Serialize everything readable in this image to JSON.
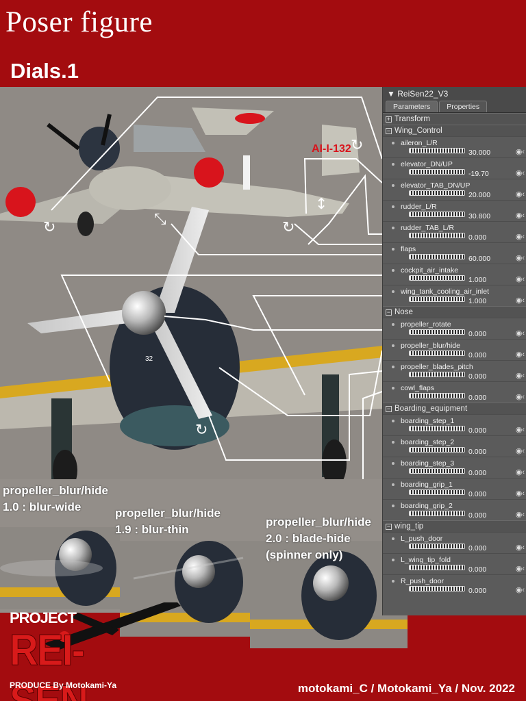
{
  "header": {
    "title": "Poser figure",
    "subtitle": "Dials.1"
  },
  "panel": {
    "title": "ReiSen22_V3",
    "tabs": [
      "Parameters",
      "Properties"
    ],
    "groups": [
      {
        "label": "Transform",
        "expanded": false,
        "params": []
      },
      {
        "label": "Wing_Control",
        "expanded": true,
        "params": [
          {
            "label": "aileron_L/R",
            "value": "30.000"
          },
          {
            "label": "elevator_DN/UP",
            "value": "-19.70"
          },
          {
            "label": "elevator_TAB_DN/UP",
            "value": "20.000"
          },
          {
            "label": "rudder_L/R",
            "value": "30.800"
          },
          {
            "label": "rudder_TAB_L/R",
            "value": "0.000"
          },
          {
            "label": "flaps",
            "value": "60.000"
          },
          {
            "label": "cockpit_air_intake",
            "value": "1.000"
          },
          {
            "label": "wing_tank_cooling_air_inlet",
            "value": "1.000"
          }
        ]
      },
      {
        "label": "Nose",
        "expanded": true,
        "params": [
          {
            "label": "propeller_rotate",
            "value": "0.000"
          },
          {
            "label": "propeller_blur/hide",
            "value": "0.000"
          },
          {
            "label": "propeller_blades_pitch",
            "value": "0.000"
          },
          {
            "label": "cowl_flaps",
            "value": "0.000"
          }
        ]
      },
      {
        "label": "Boarding_equipment",
        "expanded": true,
        "params": [
          {
            "label": "boarding_step_1",
            "value": "0.000"
          },
          {
            "label": "boarding_step_2",
            "value": "0.000"
          },
          {
            "label": "boarding_step_3",
            "value": "0.000"
          },
          {
            "label": "boarding_grip_1",
            "value": "0.000"
          },
          {
            "label": "boarding_grip_2",
            "value": "0.000"
          }
        ]
      },
      {
        "label": "wing_tip",
        "expanded": true,
        "params": [
          {
            "label": "L_push_door",
            "value": "0.000"
          },
          {
            "label": "L_wing_tip_fold",
            "value": "0.000"
          },
          {
            "label": "R_push_door",
            "value": "0.000"
          }
        ]
      }
    ]
  },
  "notes": [
    {
      "line1": "propeller_blur/hide",
      "line2": "1.0 : blur-wide",
      "line3": ""
    },
    {
      "line1": "propeller_blur/hide",
      "line2": "1.9 : blur-thin",
      "line3": ""
    },
    {
      "line1": "propeller_blur/hide",
      "line2": "2.0 : blade-hide",
      "line3": "(spinner only)"
    }
  ],
  "aircraft": {
    "tail_code": "AI-I-132",
    "cowl_number": "32",
    "roundel_color": "#d8141c"
  },
  "logo": {
    "project": "PROJECT",
    "name": "REI-SEN",
    "produce": "PRODUCE By Motokami-Ya"
  },
  "footer": {
    "credit": "motokami_C / Motokami_Ya / Nov. 2022"
  },
  "colors": {
    "background": "#a30c0f",
    "panel": "#5b5b5b",
    "wing_stripe": "#e0b020"
  },
  "icons": [
    "triangle-down-icon",
    "plus-box-icon",
    "minus-box-icon",
    "eye-icon",
    "rotate-arrow-icon",
    "airplane-silhouette-icon"
  ]
}
